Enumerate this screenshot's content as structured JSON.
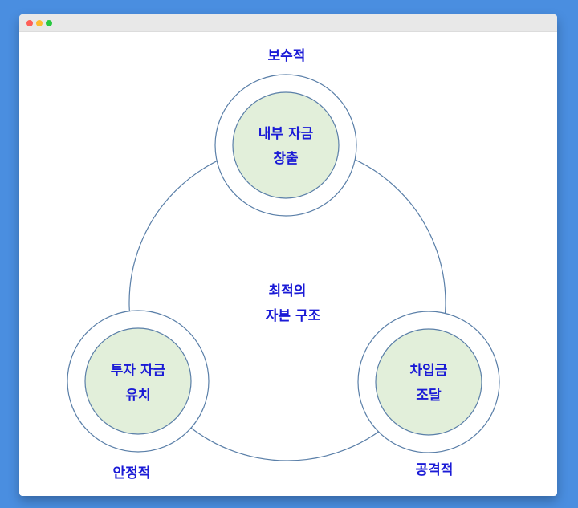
{
  "window": {
    "controls": [
      "close",
      "minimize",
      "maximize"
    ]
  },
  "diagram": {
    "center": {
      "line1": "최적의",
      "line2": "자본 구조"
    },
    "nodes": [
      {
        "id": "internal",
        "line1": "내부 자금",
        "line2": "창출",
        "caption": "보수적"
      },
      {
        "id": "investment",
        "line1": "투자 자금",
        "line2": "유치",
        "caption": "안정적"
      },
      {
        "id": "borrowing",
        "line1": "차입금",
        "line2": "조달",
        "caption": "공격적"
      }
    ],
    "colors": {
      "text": "#1a1ad6",
      "stroke": "#5a7fa8",
      "node_fill": "#e2efda",
      "page_bg": "#4a8ee0",
      "window_bg": "#ffffff"
    }
  }
}
